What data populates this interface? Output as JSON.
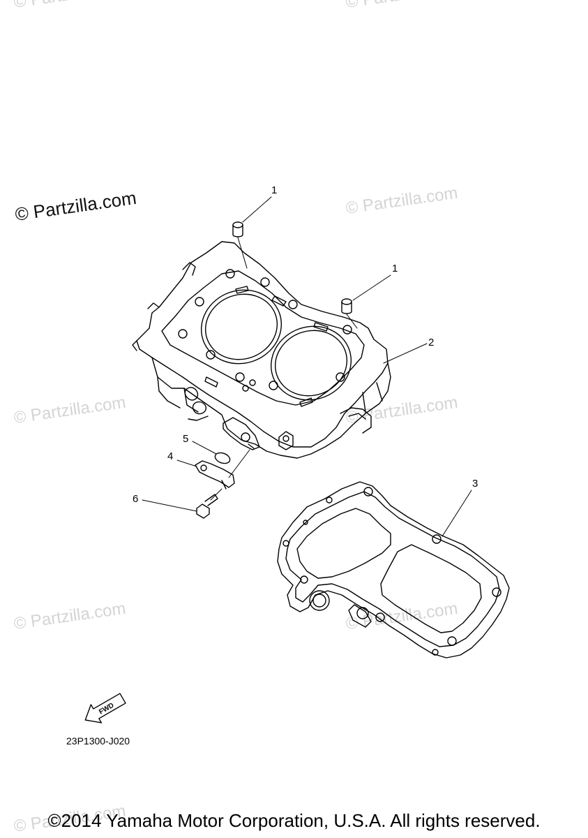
{
  "watermarks": [
    "© Partzilla.com",
    "© Partzilla.com",
    "© Partzilla.com",
    "© Partzilla.com",
    "© Partzilla.com",
    "© Partzilla.com",
    "© Partzilla.com",
    "© Partzilla.com"
  ],
  "prominent_watermark": "© Partzilla.com",
  "callouts": {
    "c1a": "1",
    "c1b": "1",
    "c2": "2",
    "c3": "3",
    "c4": "4",
    "c5": "5",
    "c6": "6"
  },
  "fwd_label": "FWD",
  "diagram_code": "23P1300-J020",
  "copyright": "©2014 Yamaha Motor Corporation, U.S.A. All rights reserved."
}
